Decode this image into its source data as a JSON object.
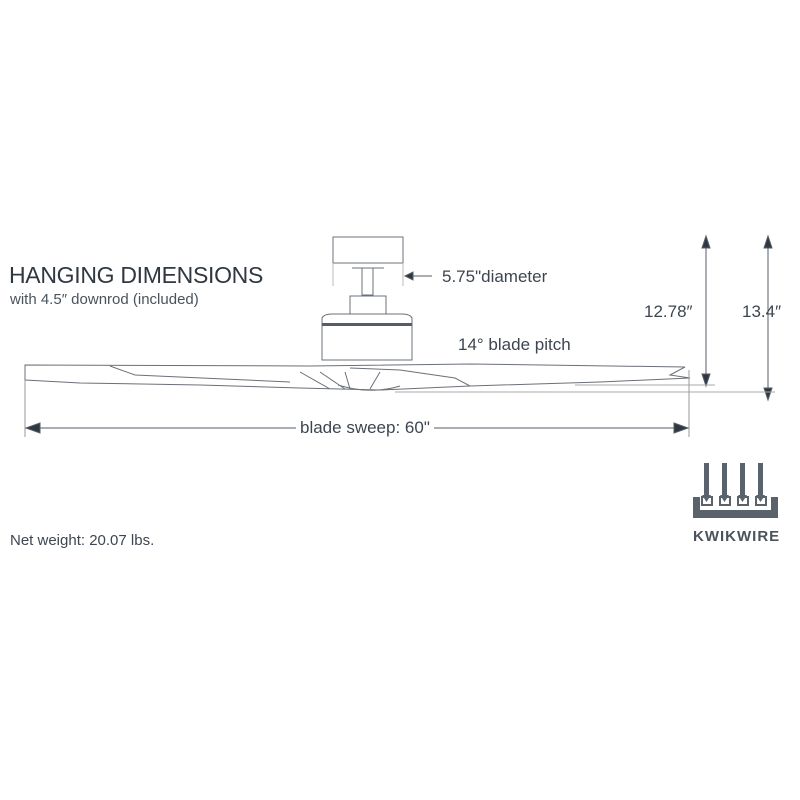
{
  "title": "HANGING DIMENSIONS",
  "subtitle": "with 4.5″ downrod (included)",
  "labels": {
    "diameter": "5.75\"diameter",
    "blade_pitch": "14° blade pitch",
    "height_to_blade": "12.78″",
    "height_total": "13.4″",
    "blade_sweep": "blade sweep: 60\""
  },
  "net_weight": "Net weight: 20.07 lbs.",
  "logo": {
    "text": "KWIKWIRE",
    "color": "#5a626b"
  },
  "colors": {
    "text": "#3d4650",
    "line": "#555d66"
  }
}
